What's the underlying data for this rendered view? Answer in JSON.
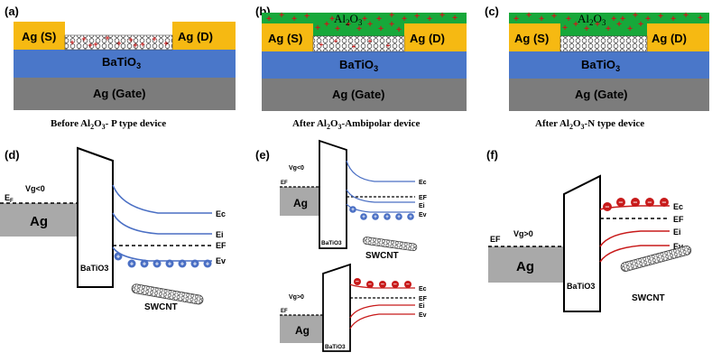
{
  "colors": {
    "gold": "#f6b912",
    "blue": "#4a77c9",
    "gray": "#7c7c7c",
    "lightgray": "#a9a9a9",
    "green": "#17a83a",
    "red": "#c81a1a",
    "bandblue": "#4a6fc4"
  },
  "panels": {
    "a": {
      "letter": "(a)",
      "source": "Ag (S)",
      "drain": "Ag (D)",
      "dielectric": "BaTiO",
      "dielectric_sub": "3",
      "gate": "Ag (Gate)",
      "caption_pre": "Before Al",
      "caption_sub1": "2",
      "caption_mid": "O",
      "caption_sub2": "3",
      "caption_post": "- P type device"
    },
    "b": {
      "letter": "(b)",
      "oxide": "Al",
      "oxide_sub1": "2",
      "oxide_mid": "O",
      "oxide_sub2": "3",
      "source": "Ag (S)",
      "drain": "Ag (D)",
      "dielectric": "BaTiO",
      "dielectric_sub": "3",
      "gate": "Ag (Gate)",
      "caption_pre": "After Al",
      "caption_sub1": "2",
      "caption_mid": "O",
      "caption_sub2": "3",
      "caption_post": "-Ambipolar device"
    },
    "c": {
      "letter": "(c)",
      "oxide": "Al",
      "oxide_sub1": "2",
      "oxide_mid": "O",
      "oxide_sub2": "3",
      "source": "Ag (S)",
      "drain": "Ag (D)",
      "dielectric": "BaTiO",
      "dielectric_sub": "3",
      "gate": "Ag (Gate)",
      "caption_pre": "After Al",
      "caption_sub1": "2",
      "caption_mid": "O",
      "caption_sub2": "3",
      "caption_post": "-N type device"
    },
    "d": {
      "letter": "(d)",
      "ef": "E",
      "ef_sub": "F",
      "vg": "Vg<0",
      "metal": "Ag",
      "insulator": "BaTiO3",
      "ec": "Ec",
      "ei": "Ei",
      "efr": "EF",
      "ev": "Ev",
      "tube": "SWCNT"
    },
    "e": {
      "letter": "(e)",
      "top_vg": "Vg<0",
      "top_ef": "EF",
      "top_metal": "Ag",
      "top_insulator": "BaTiO3",
      "top_ec": "Ec",
      "top_efr": "EF",
      "top_ei": "Ei",
      "top_ev": "Ev",
      "tube": "SWCNT",
      "bot_vg": "Vg>0",
      "bot_ef": "EF",
      "bot_metal": "Ag",
      "bot_insulator": "BaTiO3",
      "bot_ec": "Ec",
      "bot_efr": "EF",
      "bot_ei": "Ei",
      "bot_ev": "Ev"
    },
    "f": {
      "letter": "(f)",
      "ef": "EF",
      "vg": "Vg>0",
      "metal": "Ag",
      "insulator": "BaTiO3",
      "ec": "Ec",
      "efr": "EF",
      "ei": "Ei",
      "ev": "Ev",
      "tube": "SWCNT"
    }
  }
}
